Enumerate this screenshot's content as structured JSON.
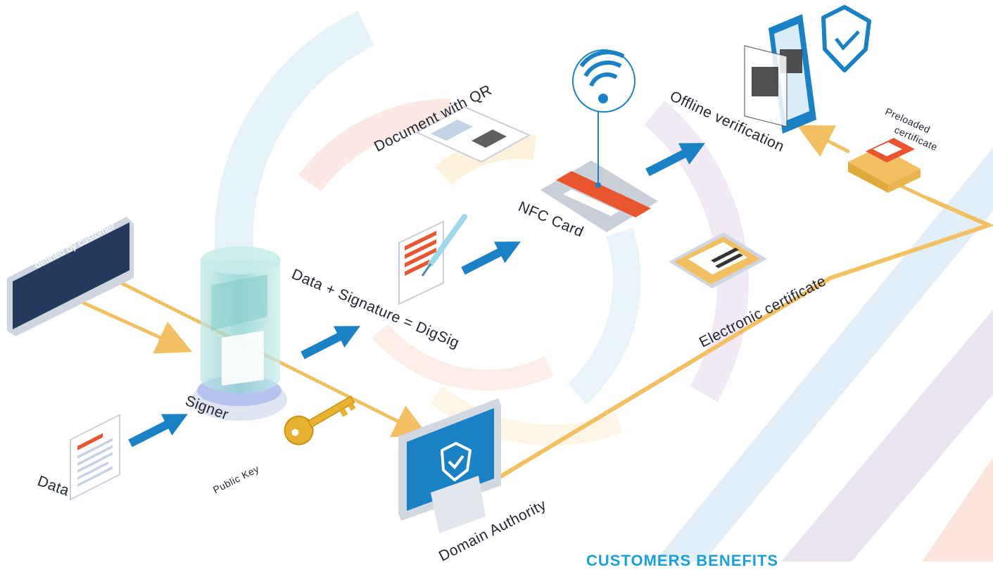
{
  "labels": {
    "data": "Data",
    "signer": "Signer",
    "public_key": "Public Key",
    "ddd": "DDD - Data structure defined by customer",
    "data_signature": "Data + Signature = DigSig",
    "document_qr": "Document with QR",
    "nfc_card": "NFC Card",
    "offline_verification": "Offline verification",
    "preloaded_certificate_1": "Preloaded",
    "preloaded_certificate_2": "certificate",
    "electronic_certificate": "Electronic certificate",
    "domain_authority": "Domain Authority",
    "customers_benefits": "CUSTOMERS BENEFITS"
  },
  "colors": {
    "arrow_blue": "#1a82c4",
    "connector_gold": "#f2c063",
    "accent_orange": "#e8552f",
    "navy": "#233a5c",
    "benefits_text": "#1aa0dc"
  },
  "icons": [
    "document-icon",
    "signer-cylinder-icon",
    "key-icon",
    "ddd-screen-icon",
    "signed-document-icon",
    "qr-document-icon",
    "nfc-card-icon",
    "wireless-icon",
    "phone-qr-icon",
    "shield-check-icon",
    "folder-icon",
    "tablet-certificate-icon",
    "monitor-shield-icon"
  ]
}
